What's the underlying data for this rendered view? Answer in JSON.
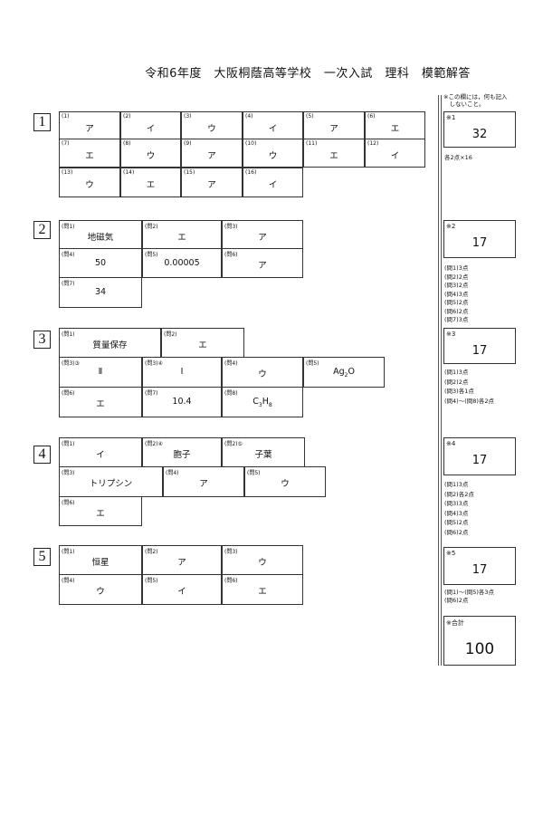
{
  "title": "令和6年度　大阪桐蔭高等学校　一次入試　理科　模範解答",
  "scoring_note": "※この欄には，何も記入\n　しないこと。",
  "sections": [
    {
      "number": "1",
      "cells": [
        {
          "label": "(1)",
          "answer": "ア"
        },
        {
          "label": "(2)",
          "answer": "イ"
        },
        {
          "label": "(3)",
          "answer": "ウ"
        },
        {
          "label": "(4)",
          "answer": "イ"
        },
        {
          "label": "(5)",
          "answer": "ア"
        },
        {
          "label": "(6)",
          "answer": "エ"
        },
        {
          "label": "(7)",
          "answer": "エ"
        },
        {
          "label": "(8)",
          "answer": "ウ"
        },
        {
          "label": "(9)",
          "answer": "ア"
        },
        {
          "label": "(10)",
          "answer": "ウ"
        },
        {
          "label": "(11)",
          "answer": "エ"
        },
        {
          "label": "(12)",
          "answer": "イ"
        },
        {
          "label": "(13)",
          "answer": "ウ"
        },
        {
          "label": "(14)",
          "answer": "エ"
        },
        {
          "label": "(15)",
          "answer": "ア"
        },
        {
          "label": "(16)",
          "answer": "イ"
        }
      ]
    },
    {
      "number": "2",
      "cells": [
        {
          "label": "(問1)",
          "answer": "地磁気"
        },
        {
          "label": "(問2)",
          "answer": "エ"
        },
        {
          "label": "(問3)",
          "answer": "ア"
        },
        {
          "label": "(問4)",
          "answer": "50"
        },
        {
          "label": "(問5)",
          "answer": "0.00005"
        },
        {
          "label": "(問6)",
          "answer": "ア"
        },
        {
          "label": "(問7)",
          "answer": "34"
        }
      ]
    },
    {
      "number": "3",
      "cells": [
        {
          "label": "(問1)",
          "answer": "質量保存"
        },
        {
          "label": "(問2)",
          "answer": "エ"
        },
        {
          "label": "(問3)③",
          "answer": "Ⅱ"
        },
        {
          "label": "(問3)④",
          "answer": "Ⅰ"
        },
        {
          "label": "(問4)",
          "answer": "ウ"
        },
        {
          "label": "(問5)",
          "answer": "Ag",
          "sub": "2",
          "tail": "O"
        },
        {
          "label": "(問6)",
          "answer": "エ"
        },
        {
          "label": "(問7)",
          "answer": "10.4"
        },
        {
          "label": "(問8)",
          "answer": "C",
          "sub": "3",
          "tail": "H",
          "sub2": "8"
        }
      ]
    },
    {
      "number": "4",
      "cells": [
        {
          "label": "(問1)",
          "answer": "イ"
        },
        {
          "label": "(問2)④",
          "answer": "胞子"
        },
        {
          "label": "(問2)⑤",
          "answer": "子葉"
        },
        {
          "label": "(問3)",
          "answer": "トリプシン"
        },
        {
          "label": "(問4)",
          "answer": "ア"
        },
        {
          "label": "(問5)",
          "answer": "ウ"
        },
        {
          "label": "(問6)",
          "answer": "エ"
        }
      ]
    },
    {
      "number": "5",
      "cells": [
        {
          "label": "(問1)",
          "answer": "恒星"
        },
        {
          "label": "(問2)",
          "answer": "ア"
        },
        {
          "label": "(問3)",
          "answer": "ウ"
        },
        {
          "label": "(問4)",
          "answer": "ウ"
        },
        {
          "label": "(問5)",
          "answer": "イ"
        },
        {
          "label": "(問6)",
          "answer": "エ"
        }
      ]
    }
  ],
  "scores": [
    {
      "key": "※1",
      "value": "32",
      "points": [
        "各2点×16"
      ]
    },
    {
      "key": "※2",
      "value": "17",
      "points": [
        "(問1)3点",
        "(問2)2点",
        "(問3)2点",
        "(問4)3点",
        "(問5)2点",
        "(問6)2点",
        "(問7)3点"
      ]
    },
    {
      "key": "※3",
      "value": "17",
      "points": [
        "(問1)3点",
        "(問2)2点",
        "(問3)各1点",
        "(問4)～(問8)各2点"
      ]
    },
    {
      "key": "※4",
      "value": "17",
      "points": [
        "(問1)3点",
        "(問2)各2点",
        "(問3)3点",
        "(問4)3点",
        "(問5)2点",
        "(問6)2点"
      ]
    },
    {
      "key": "※5",
      "value": "17",
      "points": [
        "(問1)～(問5)各3点",
        "(問6)2点"
      ]
    },
    {
      "key": "※合計",
      "value": "100",
      "points": []
    }
  ]
}
